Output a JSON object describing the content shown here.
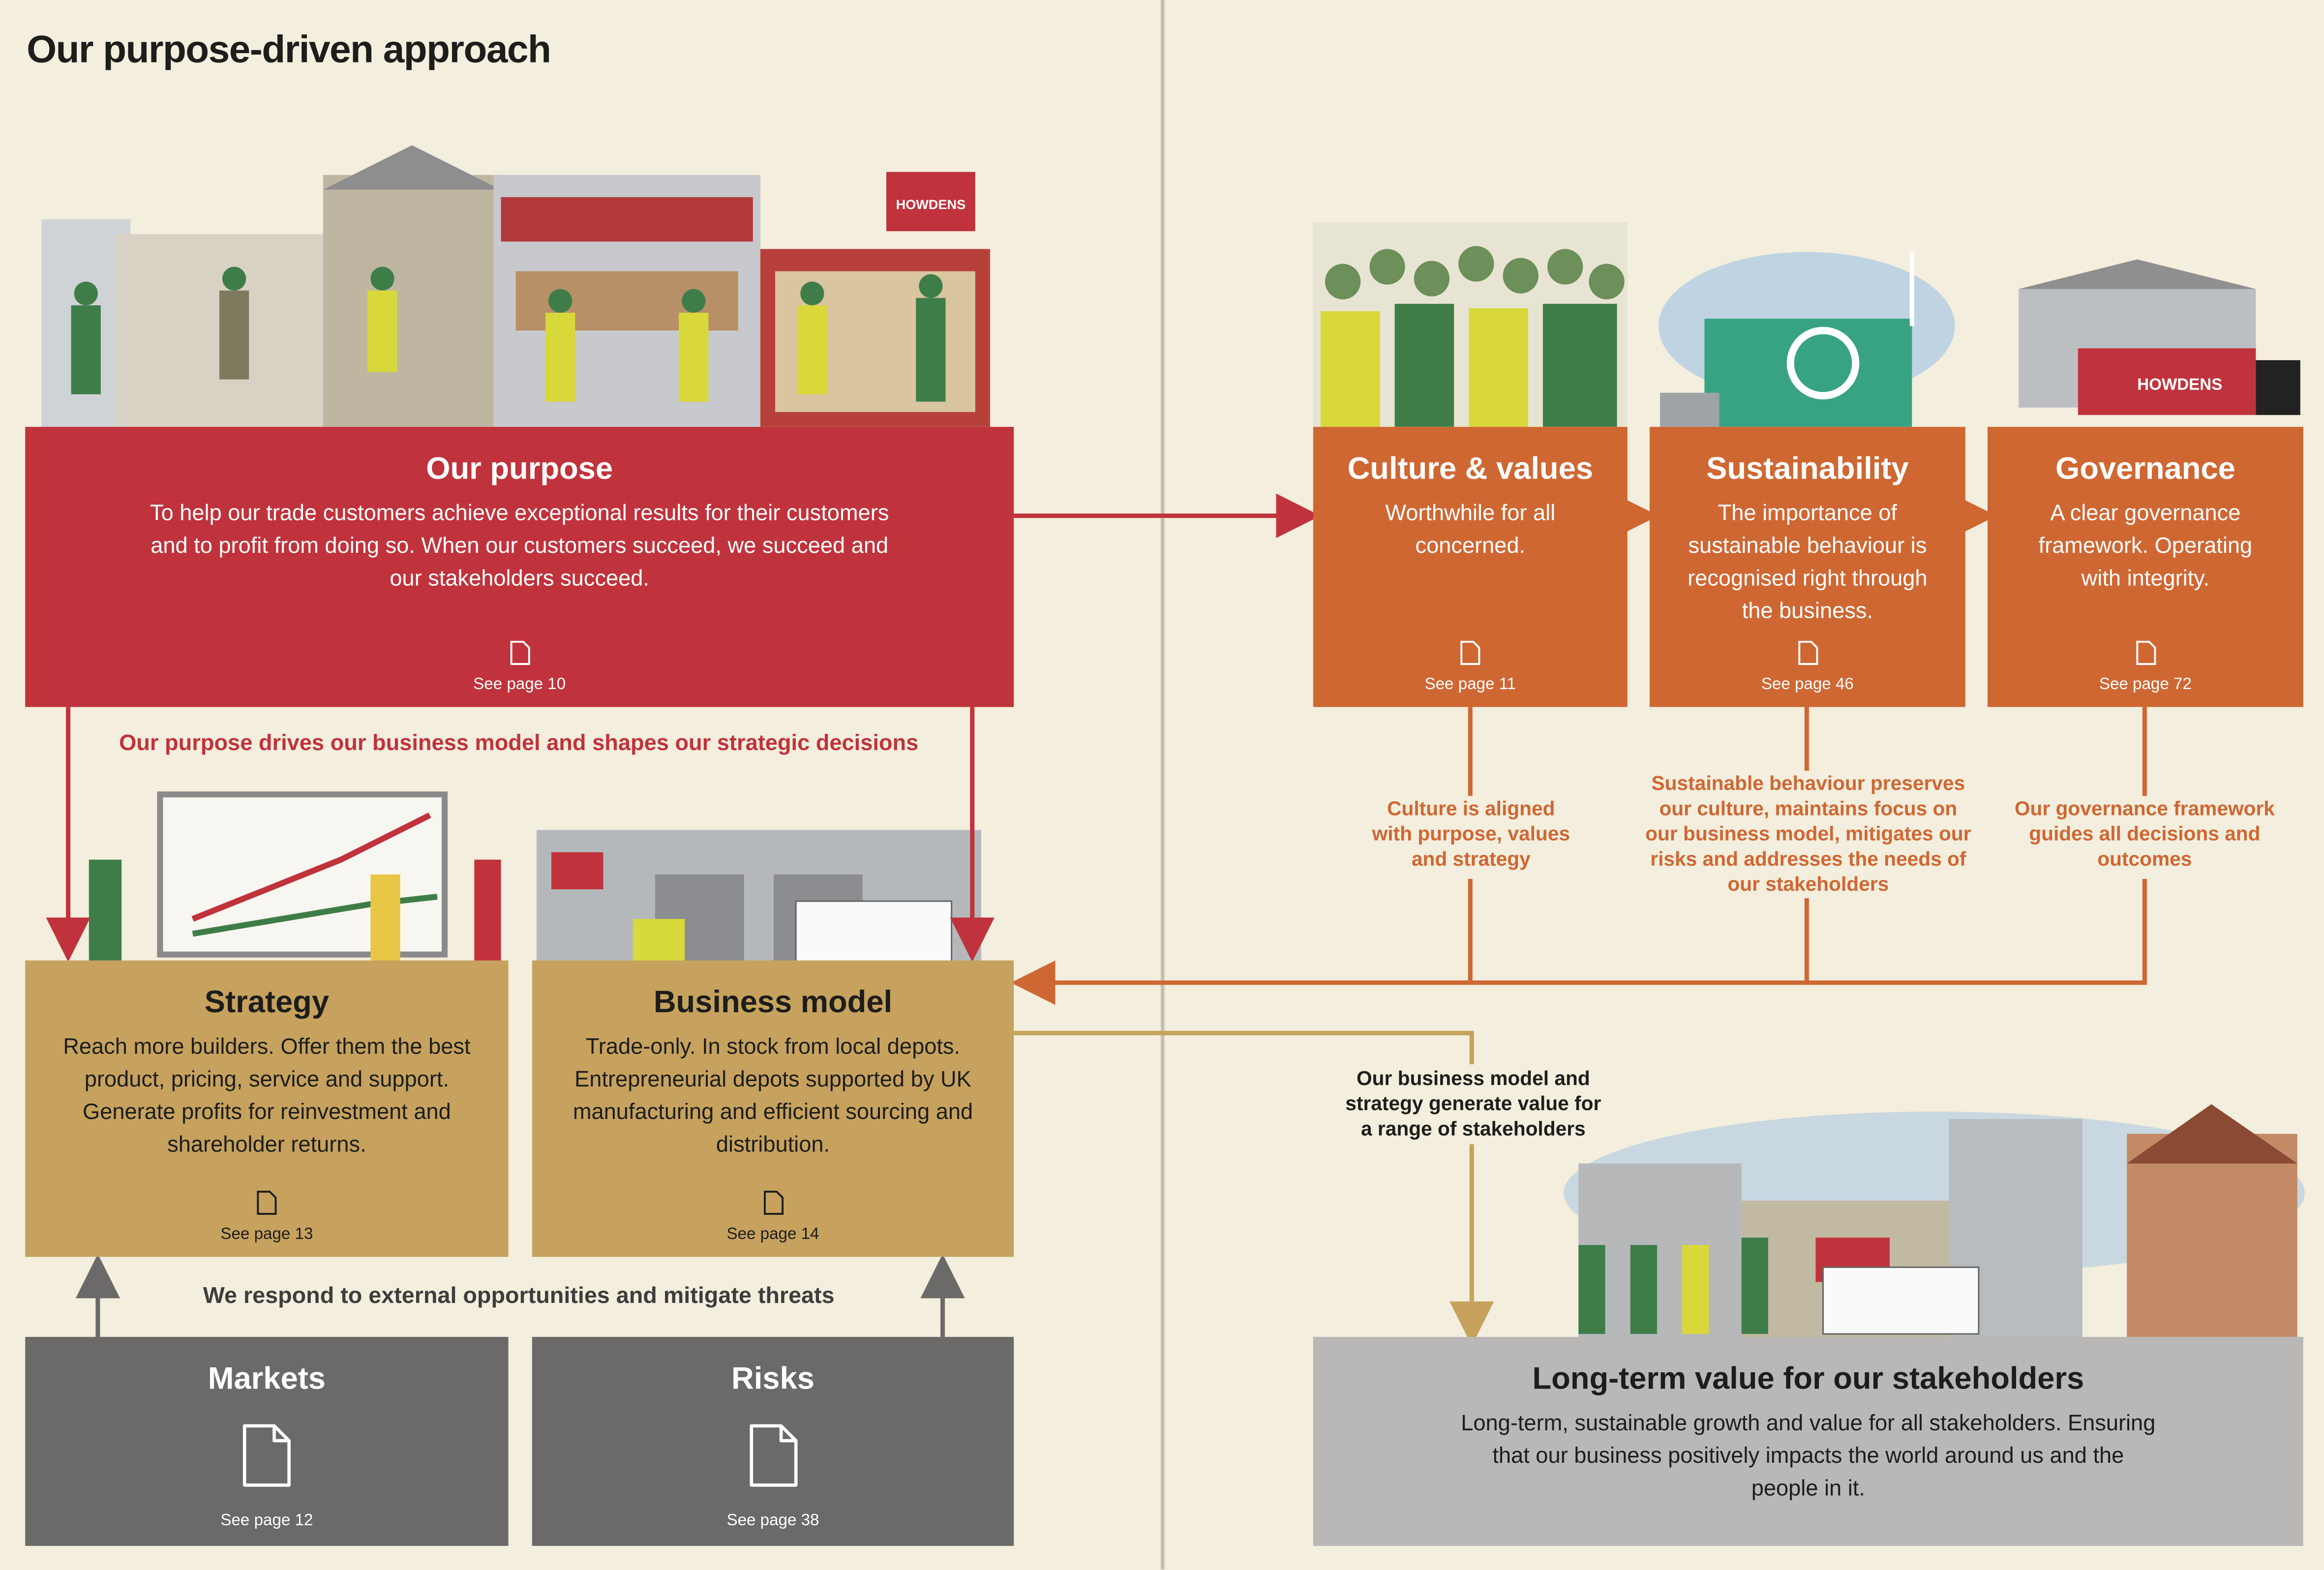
{
  "page": {
    "title": "Our purpose-driven approach"
  },
  "purpose": {
    "title": "Our purpose",
    "text": "To help our trade customers achieve exceptional results for their customers and to profit from doing so. When our customers succeed, we succeed and our stakeholders succeed.",
    "see": "See page 10"
  },
  "culture": {
    "title": "Culture & values",
    "text": "Worthwhile for all concerned.",
    "see": "See page 11"
  },
  "sustainability": {
    "title": "Sustainability",
    "text": "The importance of sustainable behaviour is recognised right through the business.",
    "see": "See page 46"
  },
  "governance": {
    "title": "Governance",
    "text": "A clear governance framework. Operating with integrity.",
    "see": "See page 72"
  },
  "strategy": {
    "title": "Strategy",
    "text": "Reach more builders. Offer them the best product, pricing, service and support. Generate profits for reinvestment and shareholder returns.",
    "see": "See page 13"
  },
  "business_model": {
    "title": "Business model",
    "text": "Trade-only. In stock from local depots. Entrepreneurial depots supported by UK manufacturing and efficient sourcing and distribution.",
    "see": "See page 14"
  },
  "markets": {
    "title": "Markets",
    "see": "See page 12"
  },
  "risks": {
    "title": "Risks",
    "see": "See page 38"
  },
  "long_term": {
    "title": "Long-term value for our stakeholders",
    "text": "Long-term, sustainable growth and value for all stakeholders. Ensuring that our business positively impacts the world around us and the people in it."
  },
  "captions": {
    "purpose_drives": "Our purpose drives our business model and shapes our strategic decisions",
    "respond": "We respond to external opportunities and mitigate threats",
    "culture_aligned": "Culture is aligned with purpose, values and strategy",
    "sustainable_behaviour": "Sustainable behaviour preserves our culture, maintains focus on our business model, mitigates our risks and addresses the needs of our stakeholders",
    "governance_framework": "Our governance framework guides all decisions and outcomes",
    "value_generation": "Our business model and strategy generate value for a range of stakeholders"
  },
  "brand": {
    "sign_text": "HOWDENS",
    "truck_text": "HOWDENS"
  },
  "colors": {
    "background": "#f3eedd",
    "purpose_red": "#c0333c",
    "orange": "#cf6733",
    "gold": "#c6a25e",
    "dark_grey": "#6b6a69",
    "light_grey": "#b9b8b6"
  }
}
